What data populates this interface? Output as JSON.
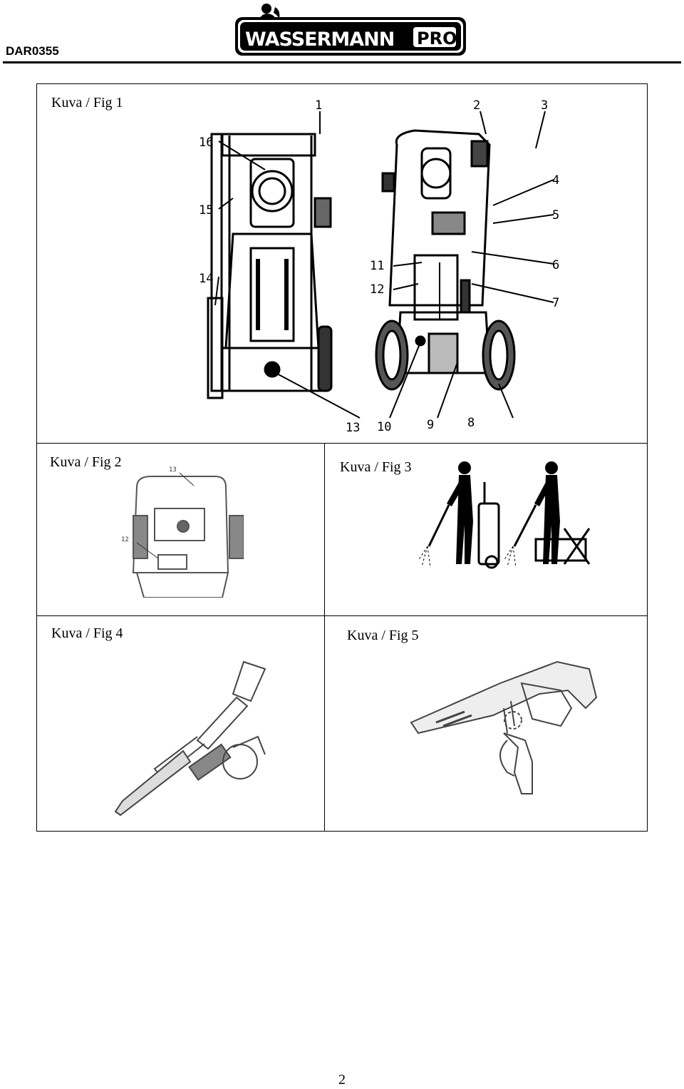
{
  "header": {
    "doc_code": "DAR0355"
  },
  "logo": {
    "text": "WASSERMANN",
    "badge": "PRO"
  },
  "figures": {
    "fig1": {
      "caption": "Kuva / Fig 1",
      "callouts": [
        "1",
        "2",
        "3",
        "4",
        "5",
        "6",
        "7",
        "8",
        "9",
        "10",
        "11",
        "12",
        "13",
        "14",
        "15",
        "16"
      ]
    },
    "fig2": {
      "caption": "Kuva / Fig 2",
      "callouts": [
        "13",
        "12"
      ]
    },
    "fig3": {
      "caption": "Kuva / Fig 3"
    },
    "fig4": {
      "caption": "Kuva / Fig 4"
    },
    "fig5": {
      "caption": "Kuva / Fig 5"
    }
  },
  "footer": {
    "page_number": "2"
  }
}
